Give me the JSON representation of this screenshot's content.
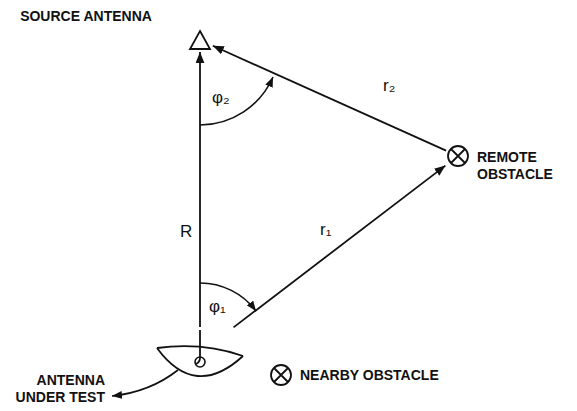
{
  "diagram": {
    "nodes": [
      {
        "text": [
          "SOURCE ANTENNA"
        ]
      },
      {
        "text": [
          "REMOTE OBSTACLE"
        ]
      },
      {
        "text": [
          "ANTENNA UNDER TEST"
        ]
      },
      {
        "text": [
          "NEARBY OBSTACLE"
        ]
      }
    ],
    "edges": [
      {
        "from": 2,
        "to": 0,
        "arrow": "to",
        "label": "R"
      },
      {
        "from": 2,
        "to": 1,
        "arrow": "to",
        "label": "r₁"
      },
      {
        "from": 1,
        "to": 0,
        "arrow": "to",
        "label": "r₂"
      }
    ],
    "labels": [
      "φ₂",
      "φ₁"
    ]
  }
}
